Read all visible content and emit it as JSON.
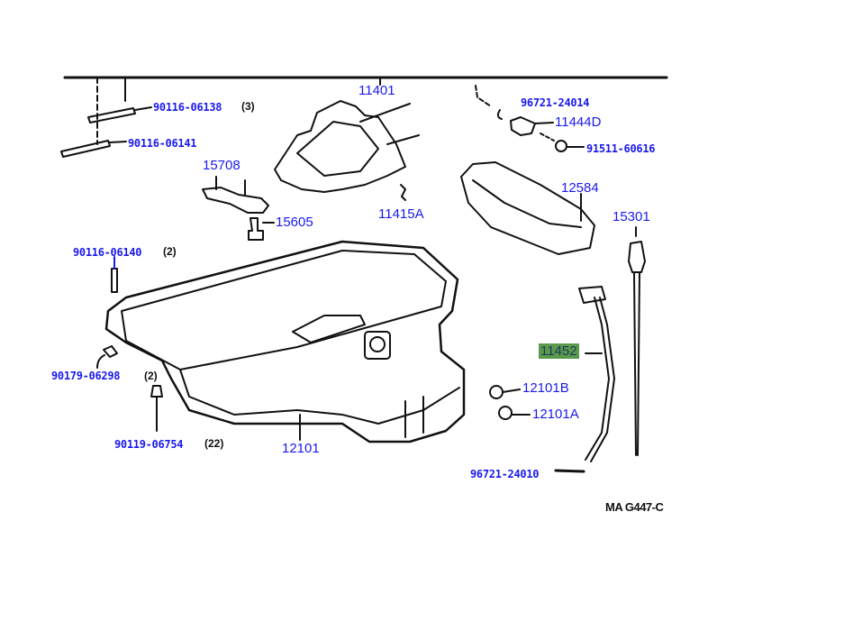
{
  "diagram_code": "MA G447-C",
  "parts": {
    "p11401": "11401",
    "p90116_06138": "90116-06138",
    "p90116_06141": "90116-06141",
    "p96721_24014": "96721-24014",
    "p11444D": "11444D",
    "p91511_60616": "91511-60616",
    "p15708": "15708",
    "p12584": "12584",
    "p11415A": "11415A",
    "p15605": "15605",
    "p15301": "15301",
    "p90116_06140": "90116-06140",
    "p11452": "11452",
    "p90179_06298": "90179-06298",
    "p12101B": "12101B",
    "p12101A": "12101A",
    "p90119_06754": "90119-06754",
    "p12101": "12101",
    "p96721_24010": "96721-24010"
  },
  "quantities": {
    "q06138": "(3)",
    "q06140": "(2)",
    "q06298": "(2)",
    "q06754": "(22)"
  },
  "highlighted_part": "11452",
  "colors": {
    "label": "#1a1aee",
    "highlight": "#5b9a4c"
  }
}
